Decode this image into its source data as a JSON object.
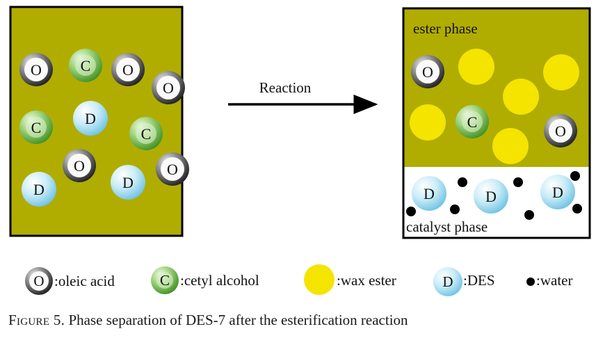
{
  "colors": {
    "olive_background": "#b0ad00",
    "frame": "#000000",
    "oleic_acid": "#2a2a2a",
    "cetyl_alcohol": "#5aa932",
    "des": "#a8dcef",
    "wax_ester": "#f4e400",
    "water": "#000000"
  },
  "reaction": {
    "label": "Reaction"
  },
  "right_panel": {
    "ester_phase_label": "ester phase",
    "catalyst_phase_label": "catalyst phase"
  },
  "molecules": {
    "oleic_acid": "O",
    "cetyl_alcohol": "C",
    "des": "D"
  },
  "legend": {
    "oleic_acid": ":oleic acid",
    "cetyl_alcohol": ":cetyl alcohol",
    "wax_ester": ":wax ester",
    "des": ":DES",
    "water": ":water"
  },
  "caption": {
    "prefix": "Figure 5.",
    "text": " Phase separation of DES-7 after the esterification reaction"
  }
}
